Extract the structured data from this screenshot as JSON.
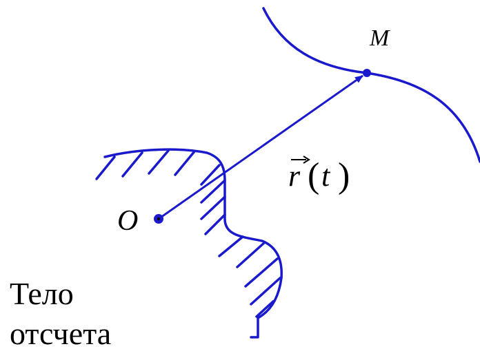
{
  "labels": {
    "point_m": "M",
    "point_o": "O",
    "vector_symbol": "r",
    "vector_arg_open": "(",
    "vector_arg": "t",
    "vector_arg_close": ")",
    "body_line1": "Тело",
    "body_line2": "отсчета"
  },
  "colors": {
    "curve": "#1a1acc",
    "text": "#000000"
  }
}
